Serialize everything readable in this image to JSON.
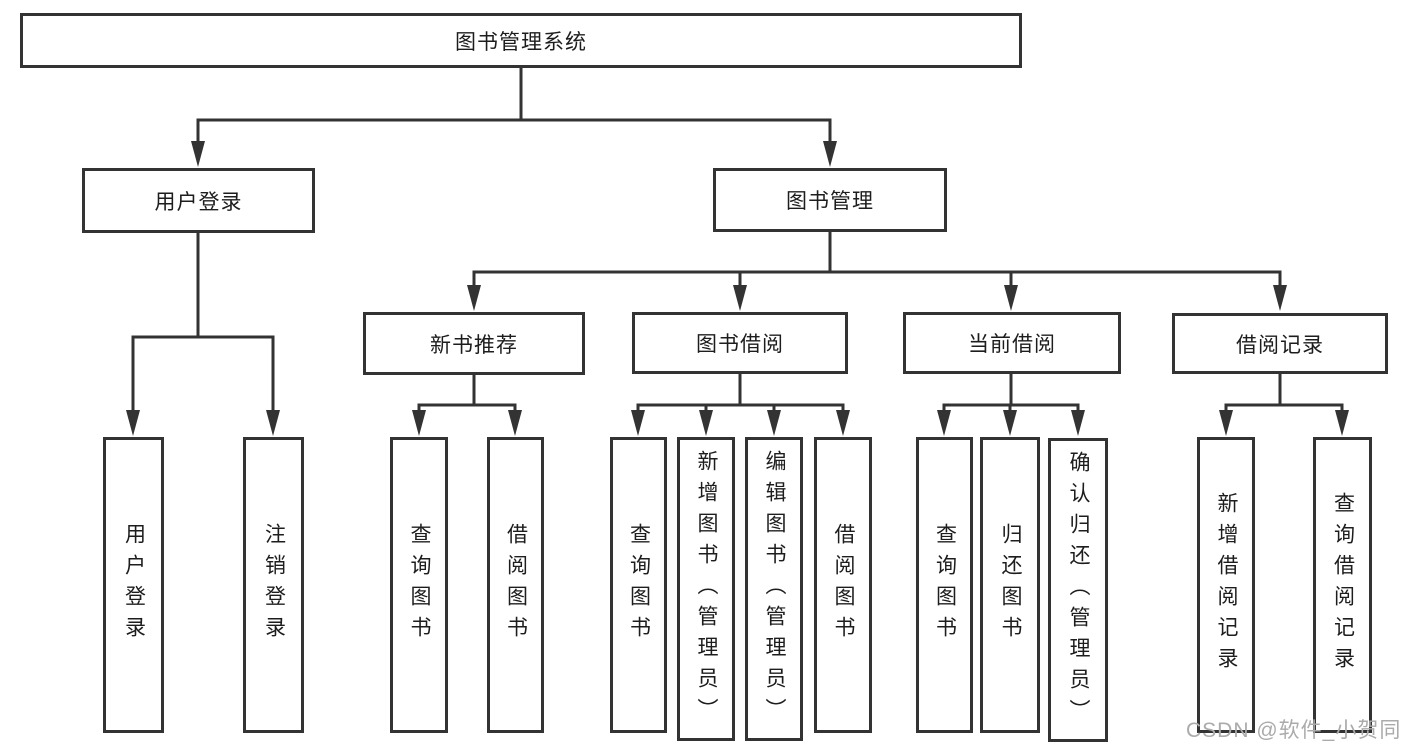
{
  "diagram": {
    "root": {
      "label": "图书管理系统"
    },
    "branches": [
      {
        "label": "用户登录",
        "children": [
          {
            "label": "用户登录"
          },
          {
            "label": "注销登录"
          }
        ]
      },
      {
        "label": "图书管理",
        "children": [
          {
            "label": "新书推荐",
            "children": [
              {
                "label": "查询图书"
              },
              {
                "label": "借阅图书"
              }
            ]
          },
          {
            "label": "图书借阅",
            "children": [
              {
                "label": "查询图书"
              },
              {
                "label": "新增图书（管理员）"
              },
              {
                "label": "编辑图书（管理员）"
              },
              {
                "label": "借阅图书"
              }
            ]
          },
          {
            "label": "当前借阅",
            "children": [
              {
                "label": "查询图书"
              },
              {
                "label": "归还图书"
              },
              {
                "label": "确认归还（管理员）"
              }
            ]
          },
          {
            "label": "借阅记录",
            "children": [
              {
                "label": "新增借阅记录"
              },
              {
                "label": "查询借阅记录"
              }
            ]
          }
        ]
      }
    ],
    "watermark": "CSDN @软件_小贺同学",
    "colors": {
      "line": "#333333",
      "text": "#1d1d1d",
      "background": "#ffffff",
      "watermark": "#ababab"
    }
  }
}
